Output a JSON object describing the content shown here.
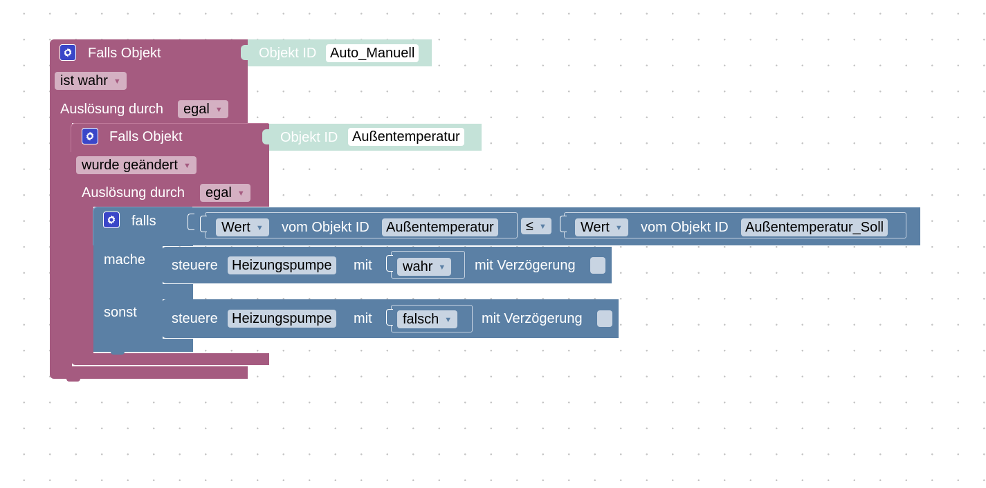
{
  "trigger_outer": {
    "title": "Falls Objekt",
    "condition": "ist wahr",
    "trigger_label": "Auslösung durch",
    "trigger_value": "egal",
    "object_id_label": "Objekt ID",
    "object_id": "Auto_Manuell"
  },
  "trigger_inner": {
    "title": "Falls Objekt",
    "condition": "wurde geändert",
    "trigger_label": "Auslösung durch",
    "trigger_value": "egal",
    "object_id_label": "Objekt ID",
    "object_id": "Außentemperatur"
  },
  "if_block": {
    "if_label": "falls",
    "then_label": "mache",
    "else_label": "sonst",
    "compare_left": {
      "mode": "Wert",
      "label": "vom Objekt ID",
      "object_id": "Außentemperatur"
    },
    "operator": "≤",
    "compare_right": {
      "mode": "Wert",
      "label": "vom Objekt ID",
      "object_id": "Außentemperatur_Soll"
    }
  },
  "action_then": {
    "verb": "steuere",
    "target": "Heizungspumpe",
    "with_label": "mit",
    "value": "wahr",
    "delay_label": "mit Verzögerung"
  },
  "action_else": {
    "verb": "steuere",
    "target": "Heizungspumpe",
    "with_label": "mit",
    "value": "falsch",
    "delay_label": "mit Verzögerung"
  },
  "colors": {
    "trigger_block": "#a55b80",
    "logic_block": "#5b80a5",
    "object_id_block": "#c4e2d8",
    "gear_icon": "#3a46c8"
  },
  "icons": {
    "mutator": "gear-icon",
    "dropdown": "dropdown-arrow-icon"
  }
}
